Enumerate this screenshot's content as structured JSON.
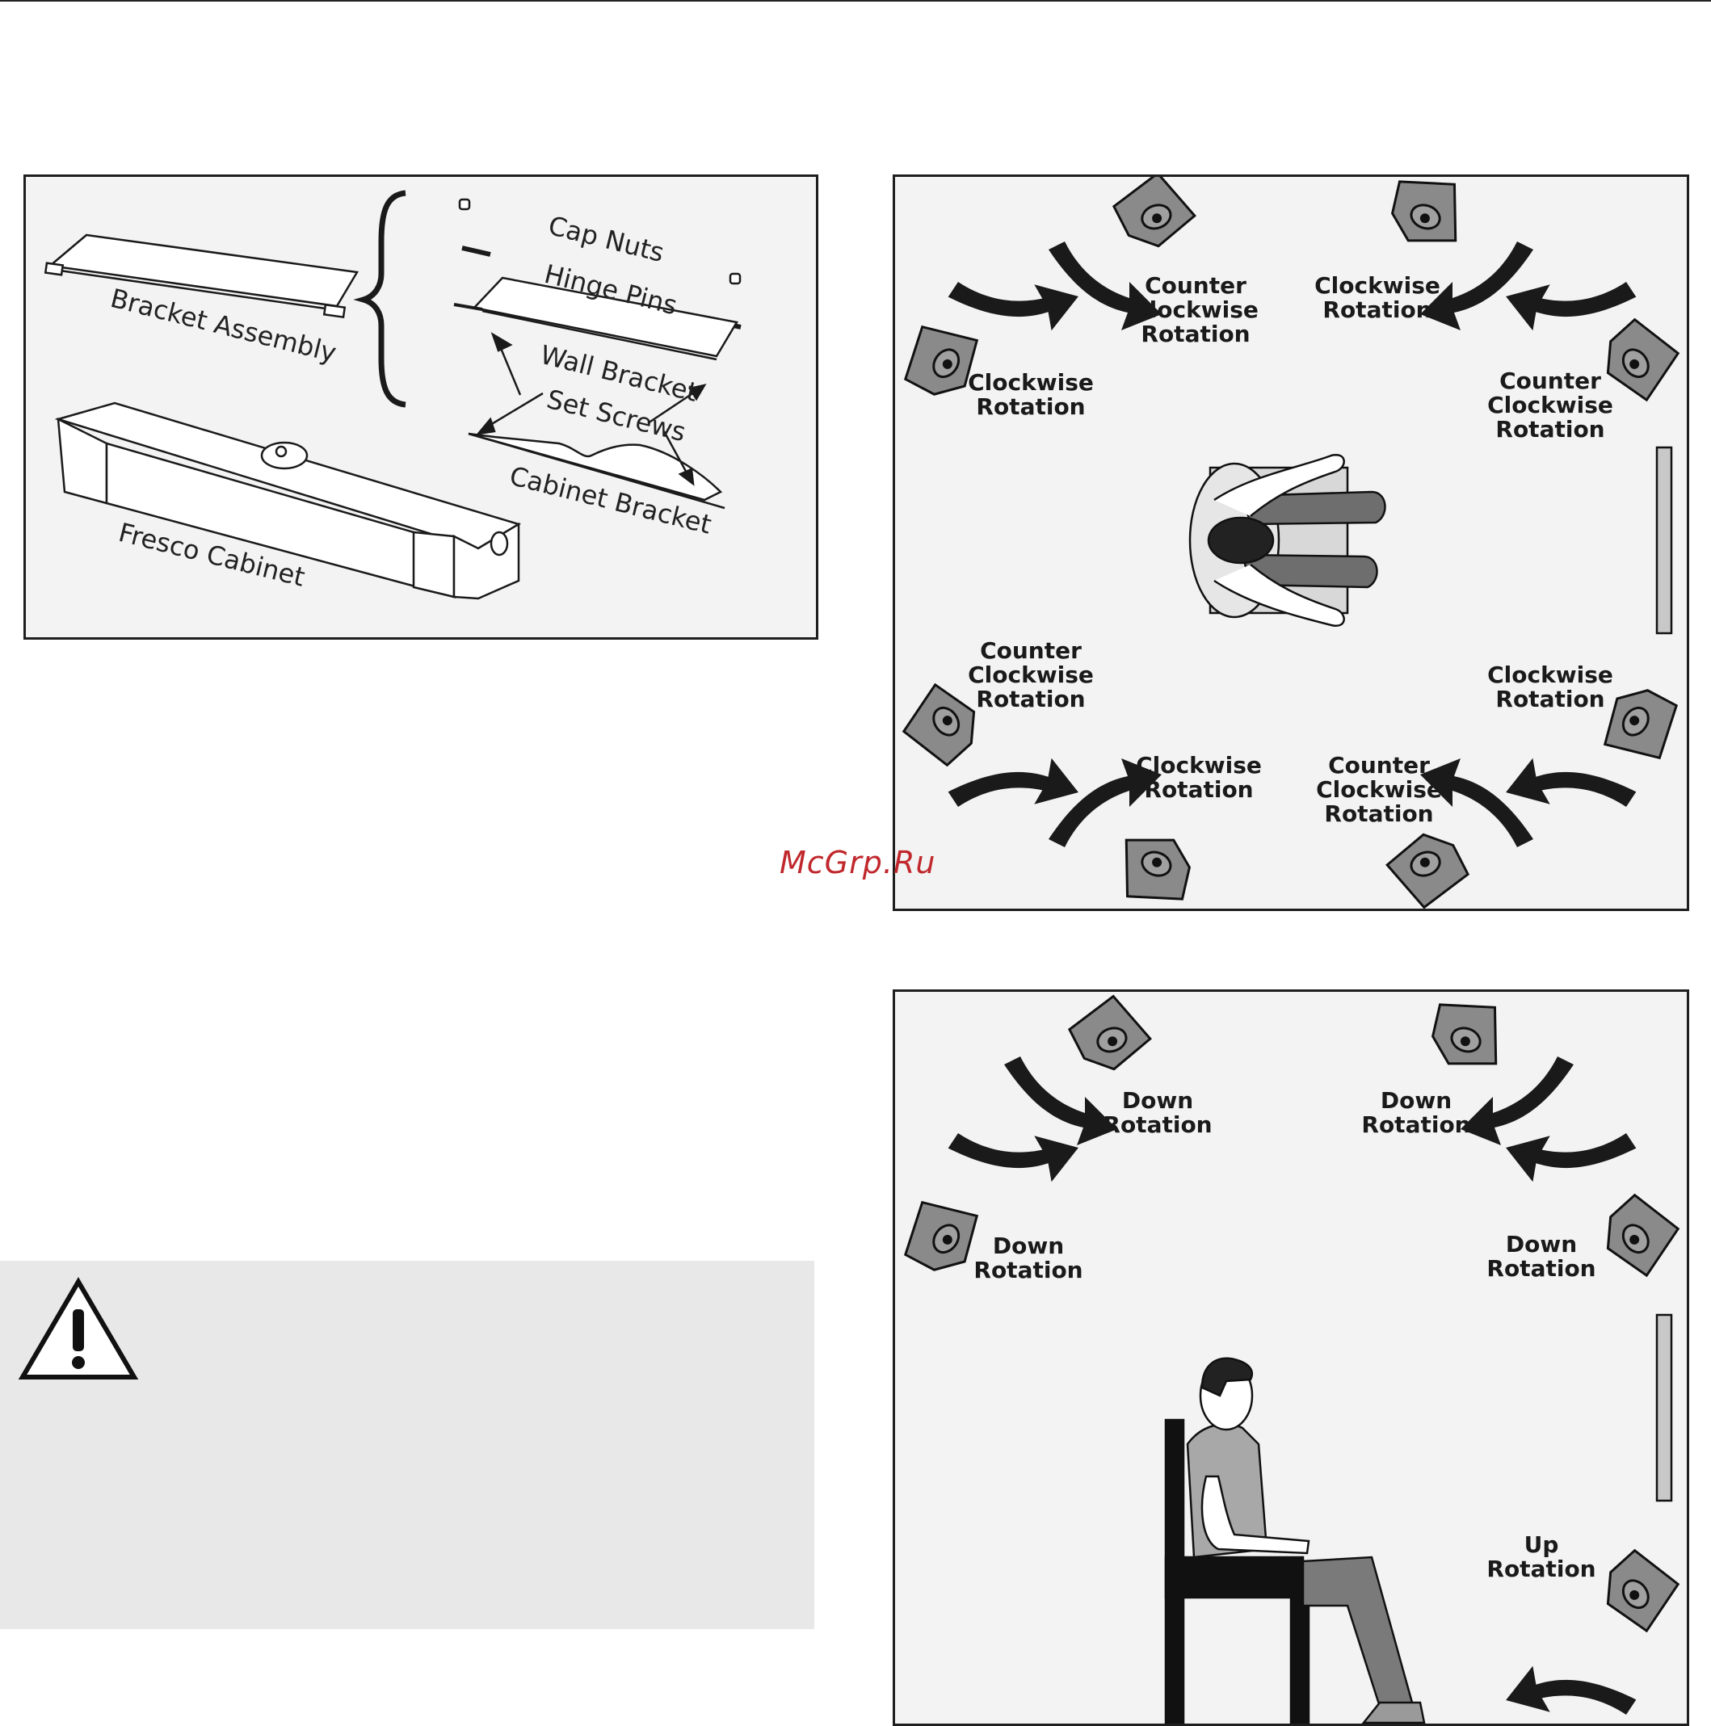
{
  "parts_diagram": {
    "labels": {
      "cap_nuts": "Cap Nuts",
      "hinge_pins": "Hinge Pins",
      "bracket_assembly": "Bracket Assembly",
      "wall_bracket": "Wall Bracket",
      "set_screws": "Set Screws",
      "cabinet_bracket": "Cabinet Bracket",
      "fresco_cabinet": "Fresco Cabinet"
    }
  },
  "top_view": {
    "labels": {
      "top_left_inner": "Counter\nClockwise\nRotation",
      "top_right_inner": "Clockwise\nRotation",
      "left_upper": "Clockwise\nRotation",
      "right_upper": "Counter\nClockwise\nRotation",
      "left_lower": "Counter\nClockwise\nRotation",
      "right_lower": "Clockwise\nRotation",
      "bottom_left_inner": "Clockwise\nRotation",
      "bottom_right_inner": "Counter\nClockwise\nRotation"
    }
  },
  "side_view": {
    "labels": {
      "top_left_inner": "Down\nRotation",
      "top_right_inner": "Down\nRotation",
      "left_upper": "Down\nRotation",
      "right_upper": "Down\nRotation",
      "right_lower": "Up\nRotation"
    }
  },
  "watermark": "McGrp.Ru",
  "colors": {
    "panel_bg": "#f3f3f3",
    "warning_bg": "#e8e8e8",
    "speaker": "#8a8a8a",
    "watermark": "#c0282d"
  }
}
